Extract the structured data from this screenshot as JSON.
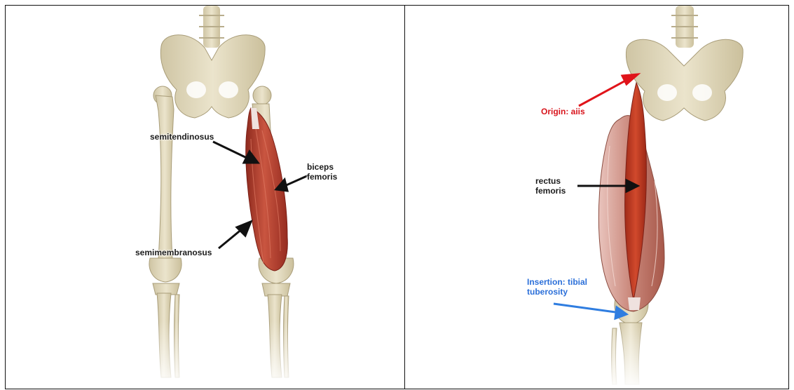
{
  "left_panel": {
    "labels": {
      "semitendinosus": "semitendinosus",
      "biceps_femoris_1": "biceps",
      "biceps_femoris_2": "femoris",
      "semimembranosus": "semimembranosus"
    }
  },
  "right_panel": {
    "labels": {
      "origin": "Origin: aiis",
      "rectus_1": "rectus",
      "rectus_2": "femoris",
      "insertion_1": "Insertion: tibial",
      "insertion_2": "tuberosity"
    }
  },
  "colors": {
    "bone": "#e2d9bd",
    "muscle": "#b23a2a",
    "origin_arrow": "#e0141a",
    "insertion_arrow": "#2f7de0"
  }
}
